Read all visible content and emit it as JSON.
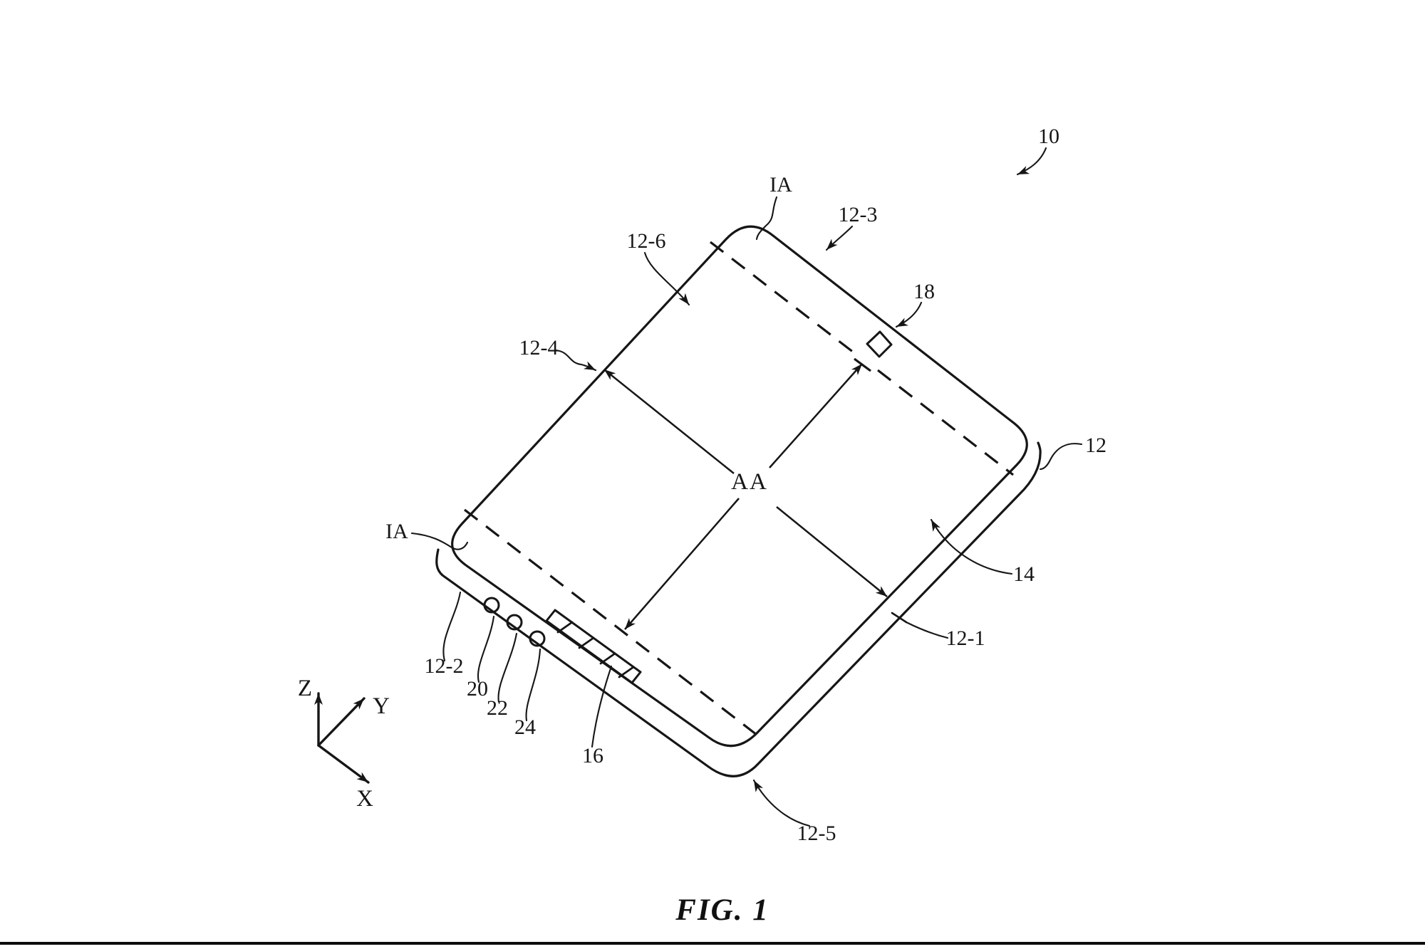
{
  "page": {
    "caption": "FIG. 1",
    "ink_color": "#161616",
    "background_color": "#ffffff"
  },
  "refs": {
    "device": "10",
    "housing": "12",
    "wall_right": "12-1",
    "wall_left": "12-2",
    "edge_top_right": "12-3",
    "edge_top_left": "12-4",
    "edge_bottom": "12-5",
    "region_upper_left": "12-6",
    "display": "14",
    "port": "16",
    "window": "18",
    "opening_a": "20",
    "opening_b": "22",
    "opening_c": "24",
    "inactive_top": "IA",
    "inactive_left": "IA",
    "active": "AA"
  },
  "axis_labels": {
    "x": "X",
    "y": "Y",
    "z": "Z"
  }
}
